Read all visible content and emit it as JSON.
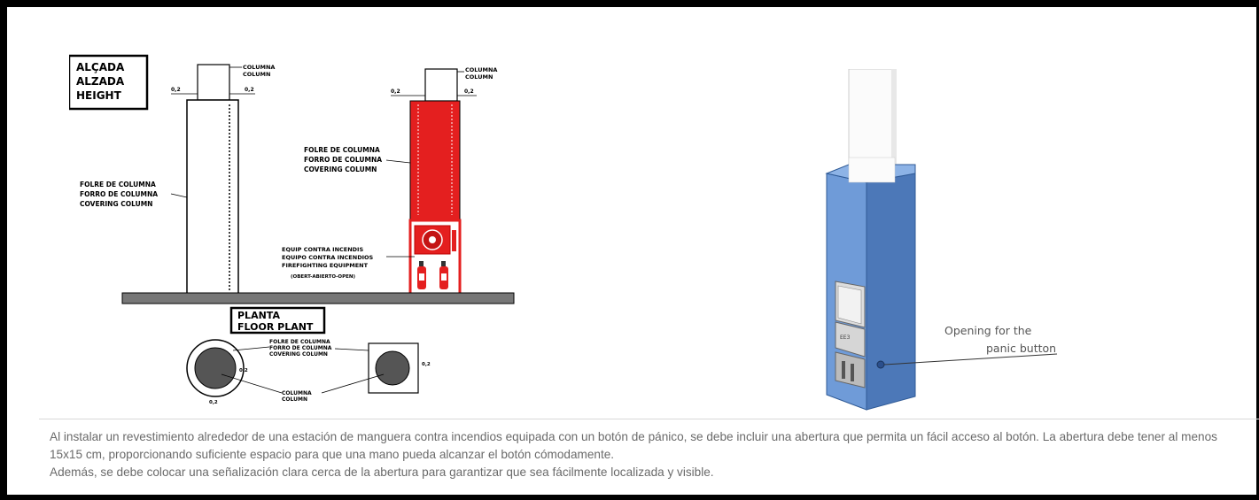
{
  "elevation": {
    "title_lines": [
      "ALÇADA",
      "ALZADA",
      "HEIGHT"
    ],
    "column_label": [
      "COLUMNA",
      "COLUMN"
    ],
    "gap_value": "0,2",
    "covering_label": [
      "FOLRE DE COLUMNA",
      "FORRO DE COLUMNA",
      "COVERING COLUMN"
    ],
    "equipment_label": [
      "EQUIP CONTRA INCENDIS",
      "EQUIPO CONTRA INCENDIOS",
      "FIREFIGHTING EQUIPMENT"
    ],
    "open_label": "(OBERT-ABIERTO-OPEN)"
  },
  "plan": {
    "title_lines": [
      "PLANTA",
      "FLOOR PLANT"
    ],
    "covering_label": [
      "FOLRE DE COLUMNA",
      "FORRO DE COLUMNA",
      "COVERING COLUMN"
    ],
    "column_label": [
      "COLUMNA",
      "COLUMN"
    ],
    "gap_value": "0,2"
  },
  "render": {
    "opening_label_lines": [
      "Opening for the",
      "panic button"
    ],
    "panel_text": "EE3"
  },
  "caption": {
    "paragraph1": "Al instalar un revestimiento alrededor de una estación de manguera contra incendios equipada con un botón de pánico, se debe incluir una abertura que permita un fácil acceso al botón. La abertura debe tener al menos 15x15 cm, proporcionando suficiente espacio para que una mano pueda alcanzar el botón cómodamente.",
    "paragraph2": "Además, se debe colocar una señalización clara cerca de la abertura para garantizar que sea fácilmente localizada y visible."
  },
  "colors": {
    "covering_red": "#e41f1f",
    "render_blue": "#6f9bd8",
    "render_blue_dark": "#4c78b8",
    "caption_text": "#6a6a6a"
  }
}
